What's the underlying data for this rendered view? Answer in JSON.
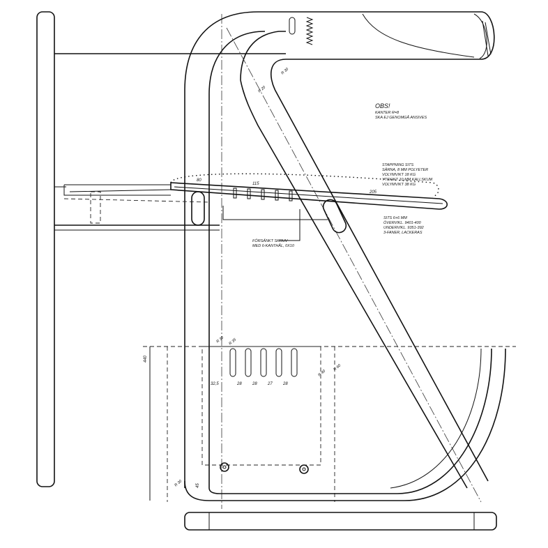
{
  "notes": {
    "obs_title": "OBS!",
    "obs_line1": "KANTER R=8",
    "obs_line2": "SKA EJ GENOMGÅ ANSIVES",
    "back_title": "STAPPNING SITS",
    "back_line1": "SÄRNA, 8 MM POLYETER",
    "back_line2": "VOLYMVIKT 18 KG",
    "back_line3": "YTSKIKT 10 MM KALLSKUM",
    "back_line4": "VOLYMVIKT 38 KG",
    "seat_title": "SITS 6+6 MM",
    "seat_line1": "ÖVERVIKL. 9401-400",
    "seat_line2": "UNDERVIKL. 9351-392",
    "seat_line3": "3-FANER, LACKERAS",
    "screw_line1": "FÖRSÄNKT SKRUV",
    "screw_line2": "MED 6-KANTHÅL, 0X10"
  },
  "dimensions": {
    "d80": "80",
    "d115": "115",
    "d205": "205",
    "d440": "440",
    "d45": "45",
    "d325": "32,5",
    "d28a": "28",
    "d28b": "28",
    "d27": "27",
    "d28c": "28",
    "r30a": "R 30",
    "r20": "R 20",
    "r30b": "R 30",
    "r35": "R 35",
    "r40": "R 40",
    "r60": "R 60",
    "r30c": "R 30"
  }
}
